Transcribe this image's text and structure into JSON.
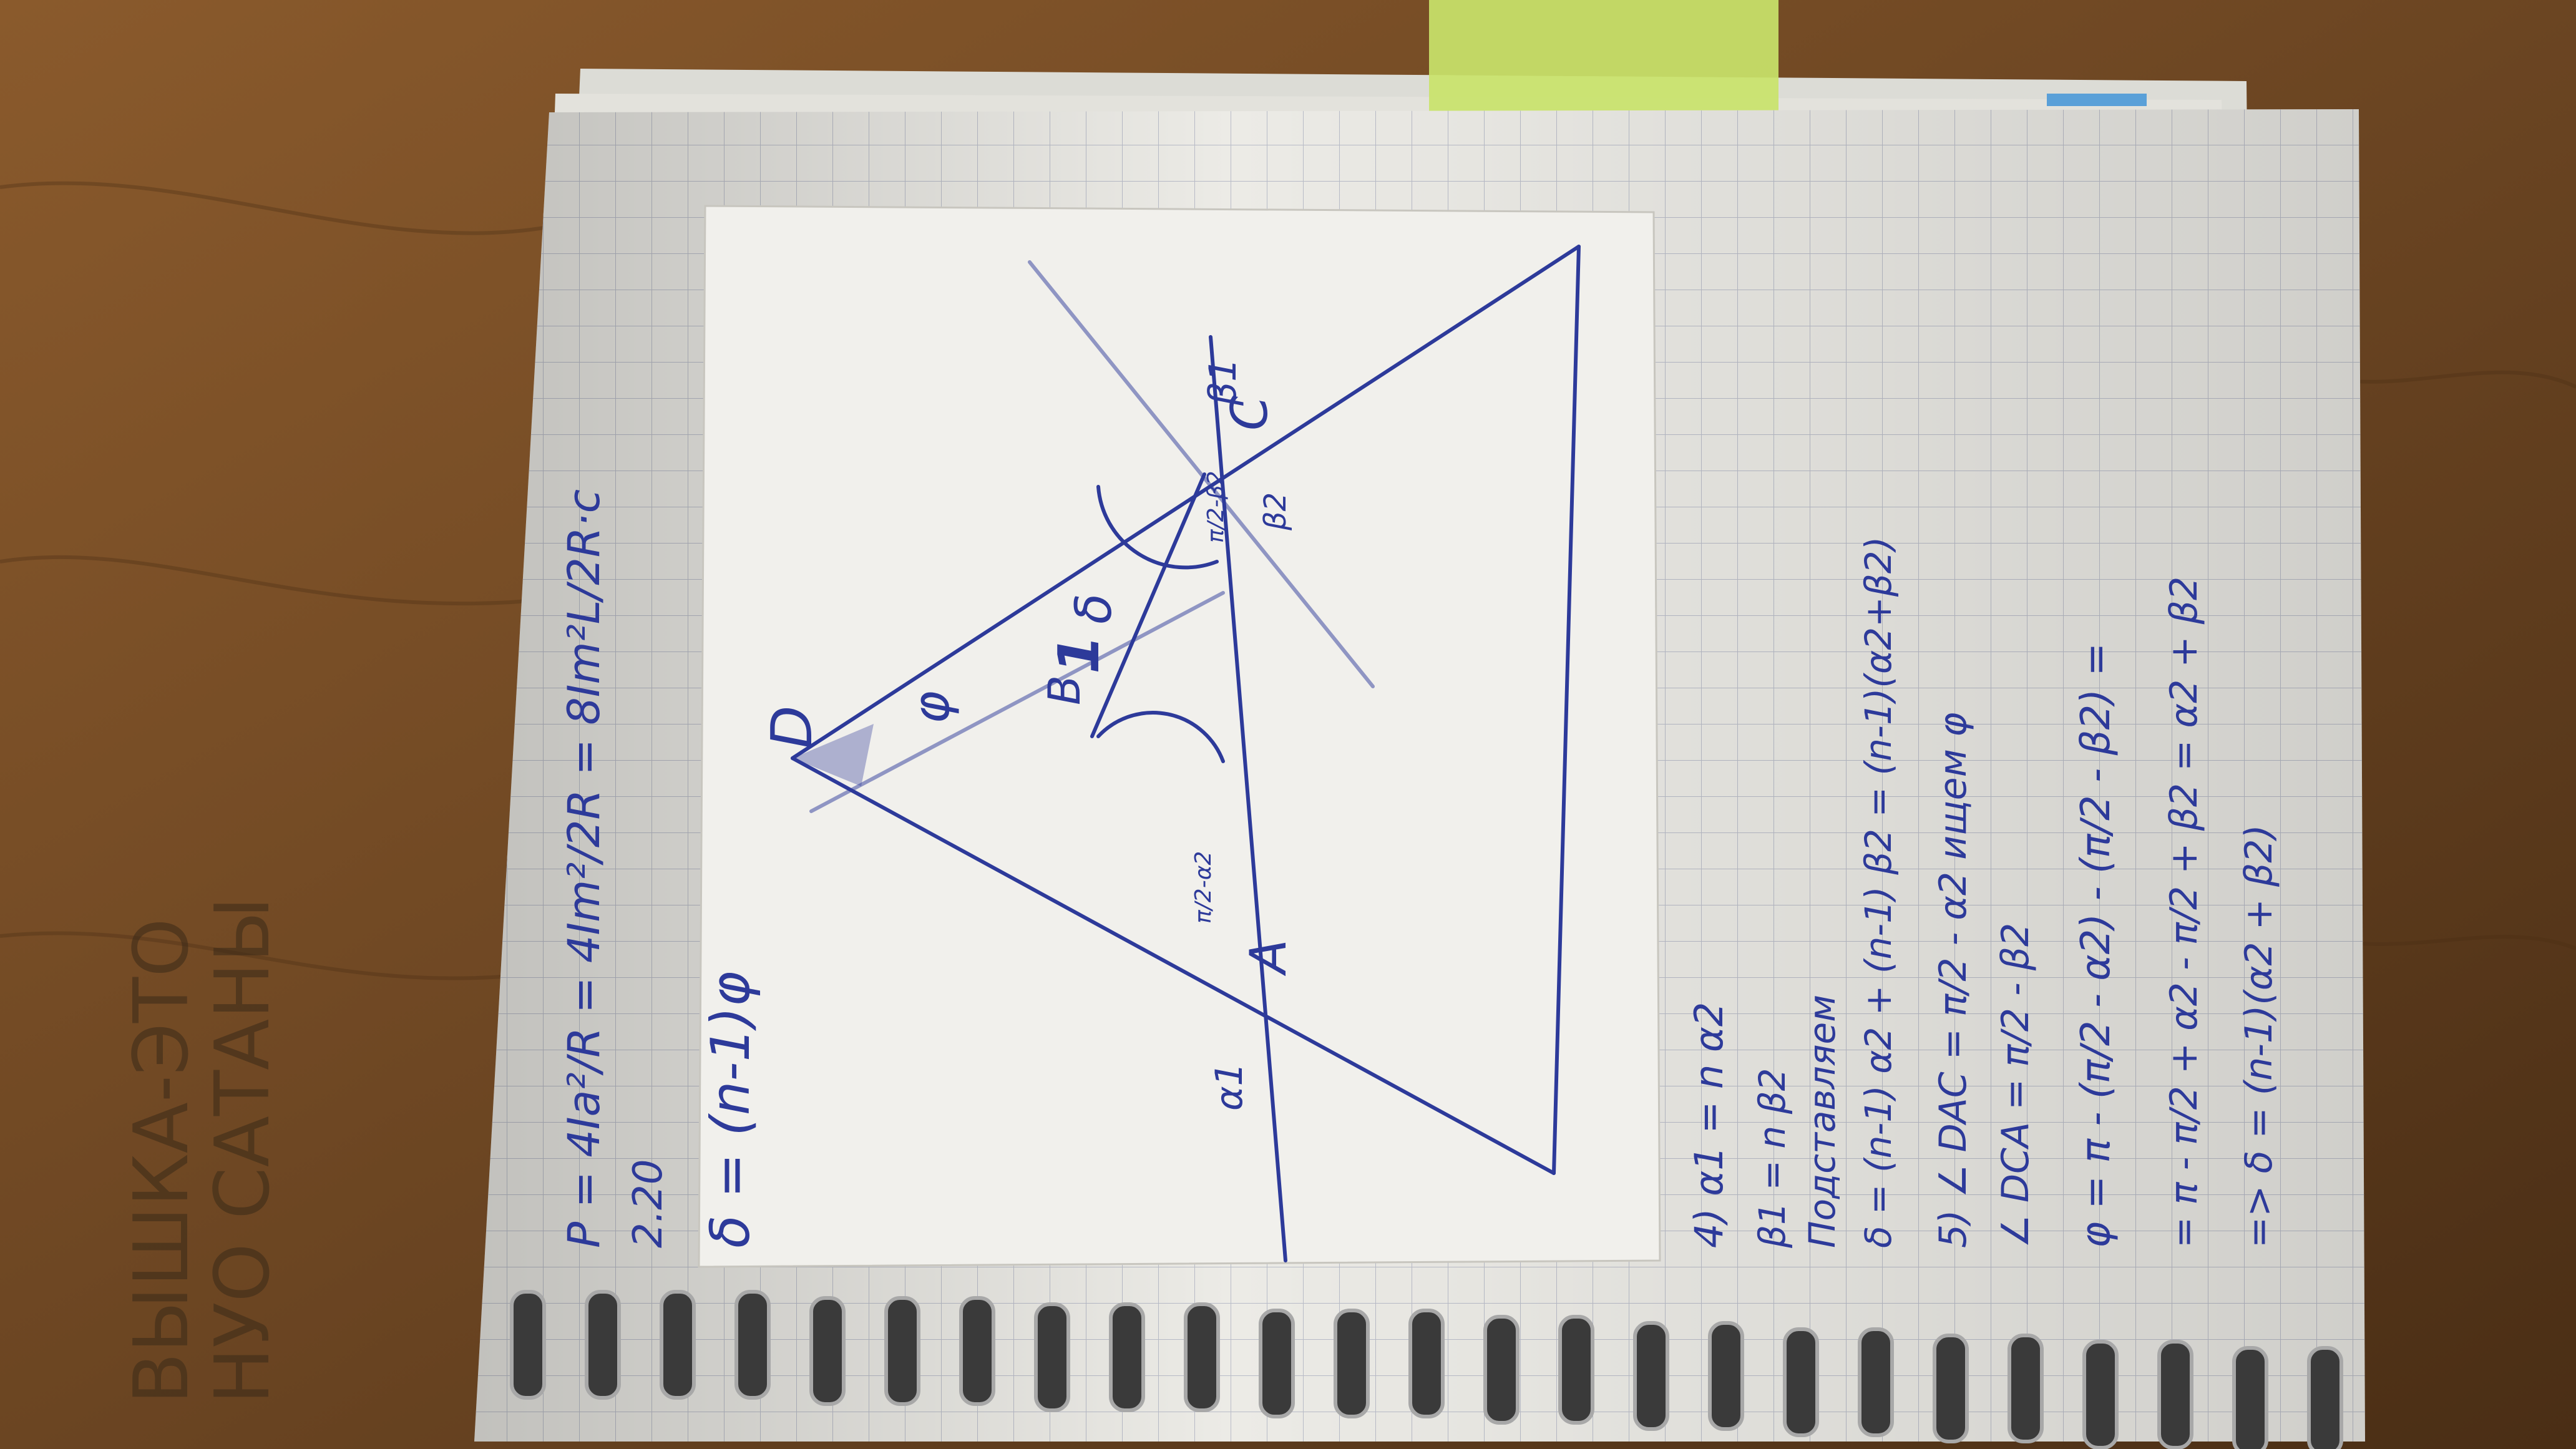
{
  "photo": {
    "subject": "spiral notebook on wooden desk with handwritten physics solution",
    "colors": {
      "desk": "#6b4522",
      "paper": "#ecebe6",
      "grid": "#b9bcc8",
      "ink": "#2d3a9a",
      "sticky_note": "#c9e36a"
    }
  },
  "desk_scrawl": {
    "line1": "ВЫШКА-ЭТО",
    "line2": "НУО САТАНЫ"
  },
  "top_formula": {
    "p_line": "P = 4Ia²/R = 4Im²/2R = 8Im²L/2R·c",
    "answer_label": "2.20",
    "delta_line": "δ = (n-1)φ"
  },
  "diagram": {
    "vertex_D": "D",
    "vertex_A": "A",
    "vertex_C": "C",
    "vertex_B": "B",
    "angle_phi": "φ",
    "angle_delta": "δ",
    "alpha1": "α1",
    "beta1": "β1",
    "beta2": "β2",
    "alpha_mid": "π/2-α2",
    "beta_mid": "π/2-β2",
    "marker": "1"
  },
  "solution": {
    "line1": "4) α1 = n α2",
    "line2": "β1 = n β2",
    "line3": "Подставляем",
    "line4": "δ = (n-1) α2 + (n-1) β2 = (n-1)(α2+β2)",
    "line5": "5) ∠ DAC = π/2 - α2   ищем φ",
    "line6": "∠ DCA = π/2 - β2",
    "line7": "φ = π - (π/2 - α2) - (π/2 - β2) =",
    "line8": "= π - π/2 + α2 - π/2 + β2 = α2 + β2",
    "line9": "=> δ = (n-1)(α2 + β2)"
  }
}
